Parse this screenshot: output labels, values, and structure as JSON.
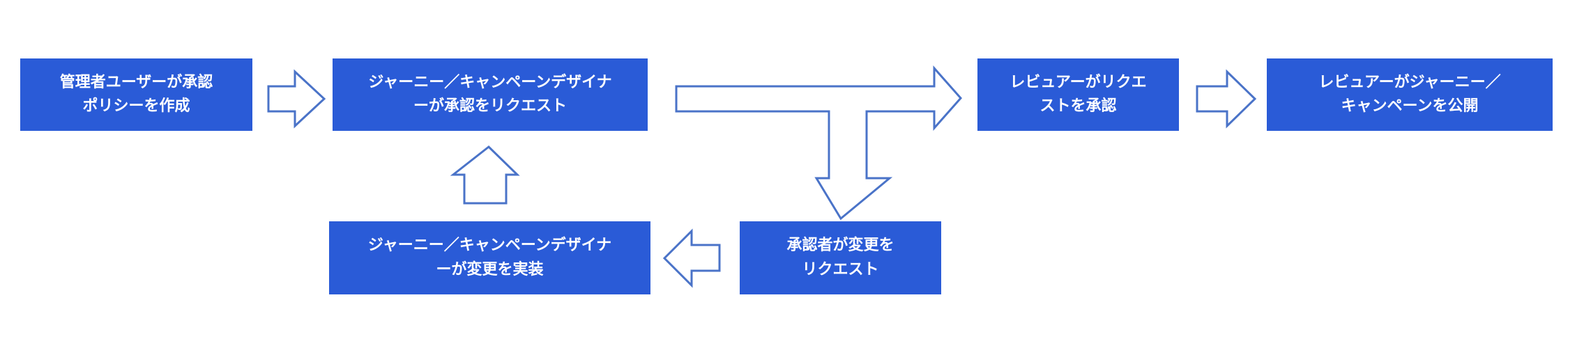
{
  "colors": {
    "box_fill": "#2a5bd7",
    "arrow_stroke": "#4a73c8",
    "text": "#ffffff"
  },
  "steps": {
    "admin_create_policy": {
      "line1": "管理者ユーザーが承認",
      "line2": "ポリシーを作成"
    },
    "designer_request_approval": {
      "line1": "ジャーニー／キャンペーンデザイナ",
      "line2": "ーが承認をリクエスト"
    },
    "reviewer_approves": {
      "line1": "レビュアーがリクエ",
      "line2": "ストを承認"
    },
    "reviewer_publishes": {
      "line1": "レビュアーがジャーニー／",
      "line2": "キャンペーンを公開"
    },
    "designer_implements_changes": {
      "line1": "ジャーニー／キャンペーンデザイナ",
      "line2": "ーが変更を実装"
    },
    "approver_requests_changes": {
      "line1": "承認者が変更を",
      "line2": "リクエスト"
    }
  }
}
